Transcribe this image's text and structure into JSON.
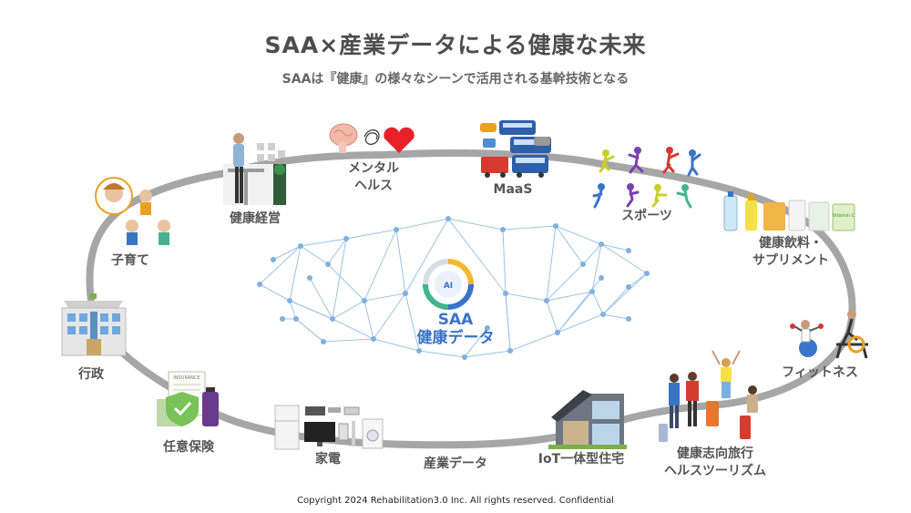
{
  "title": "SAA×産業データによる健康な未来",
  "subtitle": "SAAは『健康』の様々なシーンで活用される基幹技術となる",
  "center": {
    "badge": "AI",
    "line1": "SAA",
    "line2": "健康データ"
  },
  "nodes": {
    "kenko_keiei": "健康経営",
    "mental_1": "メンタル",
    "mental_2": "ヘルス",
    "maas": "MaaS",
    "sports": "スポーツ",
    "drinks_1": "健康飲料・",
    "drinks_2": "サプリメント",
    "fitness": "フィットネス",
    "travel_1": "健康志向旅行",
    "travel_2": "ヘルスツーリズム",
    "iot_house": "IoT一体型住宅",
    "sangyo_data": "産業データ",
    "kaden": "家電",
    "insurance": "任意保険",
    "gyosei": "行政",
    "kosodate": "子育て"
  },
  "illustration_text": {
    "insurance_doc": "INSURANCE",
    "vitamin": "Vitamin C"
  },
  "copyright": "Copyright 2024 Rehabilitation3.0 Inc. All rights reserved. Confidential",
  "colors": {
    "ring": "#a6a6a6",
    "network_line": "#9cc3e6",
    "network_node": "#7fb0dd",
    "accent_blue": "#3a74c8",
    "heart": "#e8202a",
    "bus_blue": "#2e5fa8"
  }
}
